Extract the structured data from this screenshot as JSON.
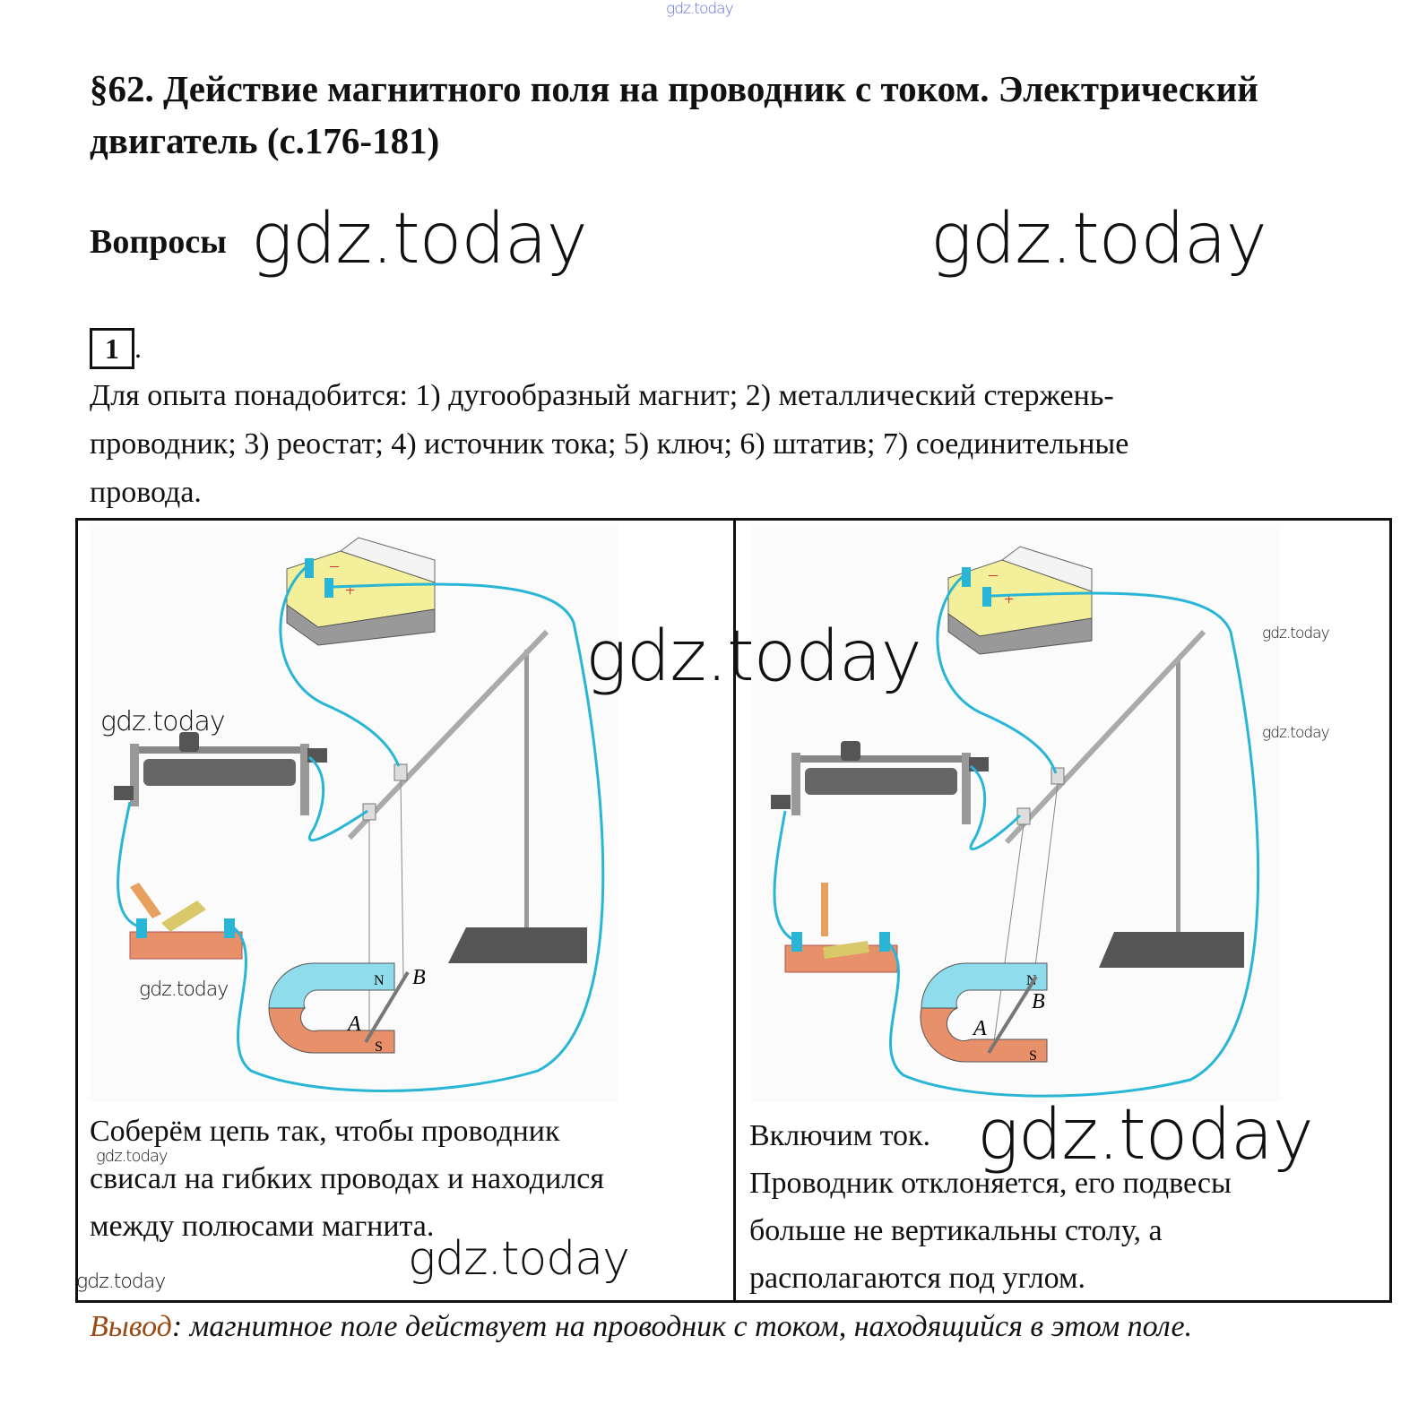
{
  "watermark": "gdz.today",
  "header": {
    "title_line1": "§62. Действие магнитного поля на проводник с током. Электрический",
    "title_line2": "двигатель (с.176-181)",
    "section": "Вопросы"
  },
  "question": {
    "number": "1",
    "dot": ".",
    "text_lines": [
      "Для опыта понадобится: 1) дугообразный магнит; 2) металлический стержень-",
      "проводник; 3) реостат; 4) источник тока; 5) ключ; 6) штатив; 7) соединительные",
      "провода."
    ]
  },
  "figure_labels": {
    "north": "N",
    "south": "S",
    "point_a": "A",
    "point_b": "B",
    "plus": "+",
    "minus": "–"
  },
  "panels": [
    {
      "caption_lines": [
        "Соберём цепь так, чтобы проводник",
        "свисал на гибких проводах и находился",
        "между полюсами магнита."
      ]
    },
    {
      "caption_lines": [
        "Включим ток.",
        "Проводник отклоняется, его подвесы",
        "больше не вертикальны столу, а",
        "располагаются под углом."
      ]
    }
  ],
  "conclusion": {
    "label": "Вывод",
    "text": ": магнитное поле действует на проводник с током, находящийся в этом поле."
  },
  "colors": {
    "wire": "#29b6d6",
    "magnet_north": "#8fdcec",
    "magnet_south": "#e8906a",
    "conclusion_label": "#9a4a12"
  }
}
